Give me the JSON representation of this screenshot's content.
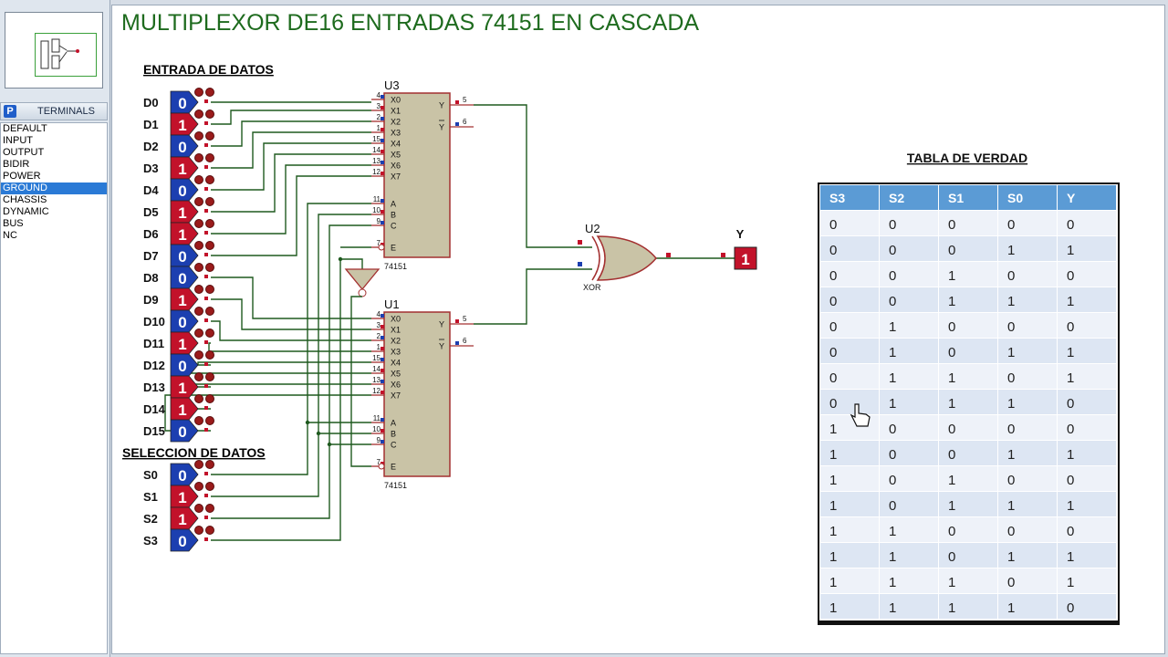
{
  "title": "MULTIPLEXOR DE16 ENTRADAS 74151 EN CASCADA",
  "terminals": {
    "badge": "P",
    "header": "TERMINALS",
    "items": [
      "DEFAULT",
      "INPUT",
      "OUTPUT",
      "BIDIR",
      "POWER",
      "GROUND",
      "CHASSIS",
      "DYNAMIC",
      "BUS",
      "NC"
    ],
    "selected": "GROUND"
  },
  "data_inputs": {
    "heading": "ENTRADA DE DATOS",
    "labels": [
      "D0",
      "D1",
      "D2",
      "D3",
      "D4",
      "D5",
      "D6",
      "D7",
      "D8",
      "D9",
      "D10",
      "D11",
      "D12",
      "D13",
      "D14",
      "D15"
    ],
    "values": [
      "0",
      "1",
      "0",
      "1",
      "0",
      "1",
      "1",
      "0",
      "0",
      "1",
      "0",
      "1",
      "0",
      "1",
      "1",
      "0"
    ]
  },
  "select_inputs": {
    "heading": "SELECCION DE DATOS",
    "labels": [
      "S0",
      "S1",
      "S2",
      "S3"
    ],
    "values": [
      "0",
      "1",
      "1",
      "0"
    ]
  },
  "chips": {
    "u3": {
      "ref": "U3",
      "part": "74151"
    },
    "u1": {
      "ref": "U1",
      "part": "74151"
    },
    "u2": {
      "ref": "U2",
      "part": "XOR"
    },
    "pin_labels": [
      "X0",
      "X1",
      "X2",
      "X3",
      "X4",
      "X5",
      "X6",
      "X7",
      "A",
      "B",
      "C",
      "E"
    ],
    "pin_numbers": [
      "4",
      "3",
      "2",
      "1",
      "15",
      "14",
      "13",
      "12",
      "11",
      "10",
      "9",
      "7"
    ],
    "out_labels": [
      "Y",
      "Y"
    ],
    "out_numbers": [
      "5",
      "6"
    ]
  },
  "output": {
    "label": "Y",
    "value": "1"
  },
  "truth_table": {
    "title": "TABLA DE VERDAD",
    "headers": [
      "S3",
      "S2",
      "S1",
      "S0",
      "Y"
    ],
    "rows": [
      [
        "0",
        "0",
        "0",
        "0",
        "0"
      ],
      [
        "0",
        "0",
        "0",
        "1",
        "1"
      ],
      [
        "0",
        "0",
        "1",
        "0",
        "0"
      ],
      [
        "0",
        "0",
        "1",
        "1",
        "1"
      ],
      [
        "0",
        "1",
        "0",
        "0",
        "0"
      ],
      [
        "0",
        "1",
        "0",
        "1",
        "1"
      ],
      [
        "0",
        "1",
        "1",
        "0",
        "1"
      ],
      [
        "0",
        "1",
        "1",
        "1",
        "0"
      ],
      [
        "1",
        "0",
        "0",
        "0",
        "0"
      ],
      [
        "1",
        "0",
        "0",
        "1",
        "1"
      ],
      [
        "1",
        "0",
        "1",
        "0",
        "0"
      ],
      [
        "1",
        "0",
        "1",
        "1",
        "1"
      ],
      [
        "1",
        "1",
        "0",
        "0",
        "0"
      ],
      [
        "1",
        "1",
        "0",
        "1",
        "1"
      ],
      [
        "1",
        "1",
        "1",
        "0",
        "1"
      ],
      [
        "1",
        "1",
        "1",
        "1",
        "0"
      ]
    ]
  },
  "colors": {
    "title": "#1e6b1e",
    "wire": "#1f5a1f",
    "chip_fill": "#c9c3a6",
    "chip_border": "#a33030",
    "logic_high": "#c2122a",
    "logic_low": "#1c3fb0",
    "table_header": "#5b9bd5"
  }
}
